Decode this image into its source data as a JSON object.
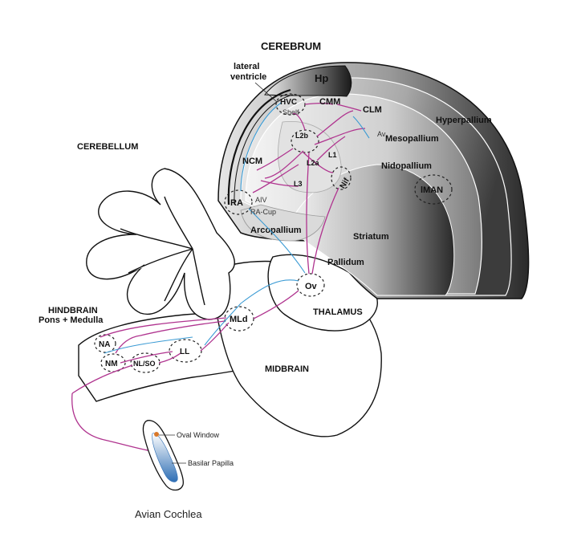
{
  "regions": {
    "cerebrum": "CEREBRUM",
    "cerebellum": "CEREBELLUM",
    "hindbrain_line1": "HINDBRAIN",
    "hindbrain_line2": "Pons + Medulla",
    "midbrain": "MIDBRAIN",
    "thalamus": "THALAMUS",
    "hyperpallium": "Hyperpallium",
    "mesopallium": "Mesopallium",
    "nidopallium": "Nidopallium",
    "arcopallium": "Arcopallium",
    "striatum": "Striatum",
    "pallidum": "Pallidum",
    "hp": "Hp",
    "lateral_ventricle_line1": "lateral",
    "lateral_ventricle_line2": "ventricle"
  },
  "nuclei": {
    "hvc": "HVC",
    "shelf": "Shelf",
    "cmm": "CMM",
    "clm": "CLM",
    "av": "Av",
    "l2b": "L2b",
    "l1": "L1",
    "l2a": "L2a",
    "l3": "L3",
    "ncm": "NCM",
    "nif": "Nif",
    "lman": "lMAN",
    "ra": "RA",
    "aiv": "AIV",
    "ra_cup": "RA-Cup",
    "ov": "Ov",
    "mld": "MLd",
    "na": "NA",
    "nm": "NM",
    "nl_so": "NL/SO",
    "ll": "LL"
  },
  "cochlea": {
    "title": "Avian Cochlea",
    "oval_window": "Oval Window",
    "basilar_papilla": "Basilar Papilla"
  },
  "colors": {
    "projection_magenta": "#b0348f",
    "projection_cyan": "#3b9bd4",
    "cochlea_blue": "#2f6fb5",
    "oval_window_orange": "#d9782a"
  }
}
